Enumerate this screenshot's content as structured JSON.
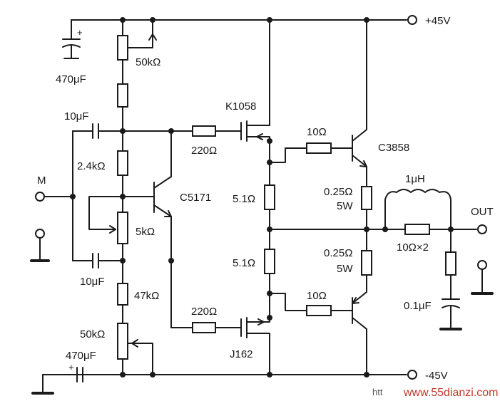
{
  "power": {
    "pos": "+45V",
    "neg": "-45V"
  },
  "io": {
    "input": "M",
    "output": "OUT"
  },
  "transistors": {
    "q_driver": "C5171",
    "q_fet_top": "K1058",
    "q_fet_bot": "J162",
    "q_out_top": "C3858"
  },
  "labels": {
    "c_470_top": "470μF",
    "pot_50k_top": "50kΩ",
    "c_10u_top": "10μF",
    "r_2k4": "2.4kΩ",
    "pot_5k": "5kΩ",
    "c_10u_bot": "10μF",
    "r_47k": "47kΩ",
    "pot_50k_bot": "50kΩ",
    "c_470_bot": "470μF",
    "r_220_top": "220Ω",
    "r_220_bot": "220Ω",
    "r_51_top": "5.1Ω",
    "r_51_bot": "5.1Ω",
    "r_10_top": "10Ω",
    "r_10_bot": "10Ω",
    "r_025_top": "0.25Ω",
    "r_025_top_w": "5W",
    "r_025_bot": "0.25Ω",
    "r_025_bot_w": "5W",
    "l_1uh": "1μH",
    "r_10x2": "10Ω×2",
    "c_01u": "0.1μF"
  },
  "watermark": {
    "prefix": "htt",
    "site": "www.55dianzi.com"
  }
}
